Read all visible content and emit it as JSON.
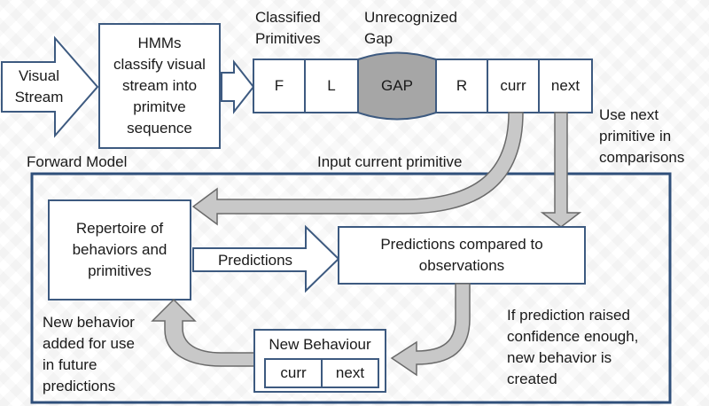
{
  "input": {
    "label": "Visual\nStream"
  },
  "hmm": {
    "label": "HMMs\nclassify visual\nstream into\nprimitve\nsequence"
  },
  "labels": {
    "classified": "Classified\nPrimitives",
    "unrecognized": "Unrecognized\nGap",
    "use_next": "Use next\nprimitive in\ncomparisons",
    "forward_model": "Forward Model",
    "input_current": "Input current primitive",
    "predictions_arrow": "Predictions",
    "new_behavior_added": "New behavior\nadded for use\nin future\npredictions",
    "if_prediction": "If prediction raised\nconfidence enough,\nnew behavior is\ncreated"
  },
  "sequence": [
    "F",
    "L",
    "GAP",
    "R",
    "curr",
    "next"
  ],
  "repertoire": {
    "label": "Repertoire of\nbehaviors and\nprimitives"
  },
  "predictions_box": {
    "label": "Predictions compared to\nobservations"
  },
  "new_behaviour": {
    "title": "New Behaviour",
    "cells": [
      "curr",
      "next"
    ]
  },
  "colors": {
    "border": "#3d5a80",
    "arrow_fill": "#c8c8c8",
    "arrow_stroke": "#6a6a6a",
    "gap_fill": "#a6a6a6"
  }
}
